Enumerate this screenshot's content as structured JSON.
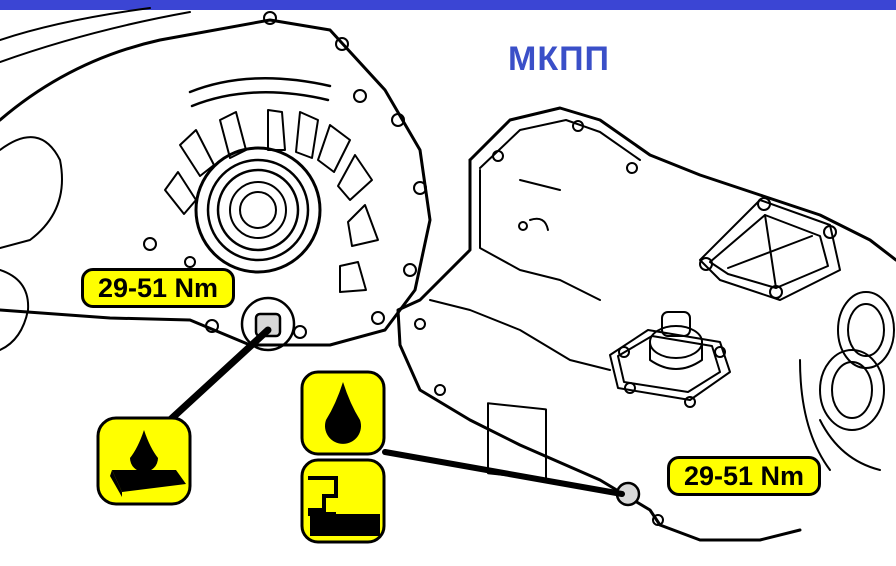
{
  "title": "МКПП",
  "torque_left": "29-51 Nm",
  "torque_right": "29-51 Nm",
  "colors": {
    "top_bar": "#3b45d4",
    "title": "#3a4fc8",
    "label_fill": "#ffff00",
    "outline": "#000000"
  },
  "icons": {
    "left_symbol": "oil-drain-tray-icon",
    "right_symbol_top": "oil-drop-icon",
    "right_symbol_bottom": "oil-level-check-icon"
  }
}
